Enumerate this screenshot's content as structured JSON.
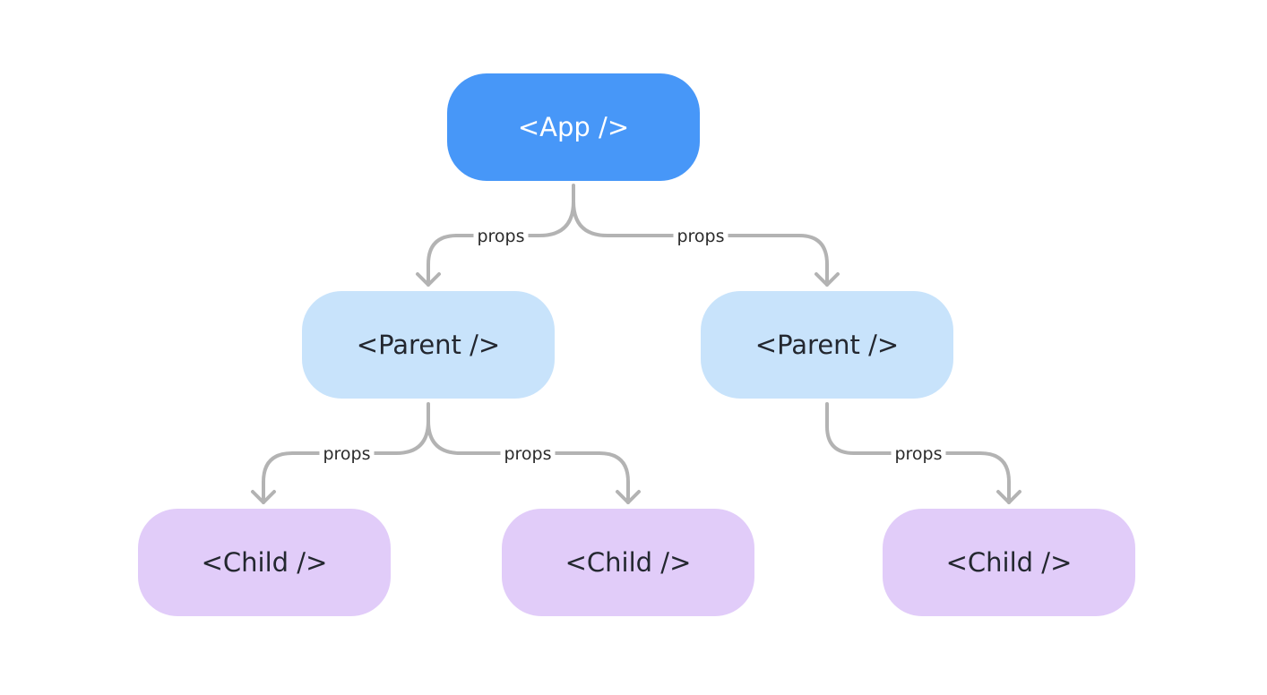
{
  "nodes": {
    "app": "<App />",
    "parent_left": "<Parent />",
    "parent_right": "<Parent />",
    "child_1": "<Child />",
    "child_2": "<Child />",
    "child_3": "<Child />"
  },
  "edges": {
    "app_to_parent_left": "props",
    "app_to_parent_right": "props",
    "parent_left_to_child_1": "props",
    "parent_left_to_child_2": "props",
    "parent_right_to_child_3": "props"
  },
  "colors": {
    "app": "#4797f8",
    "parent": "#c8e3fb",
    "child": "#e1ccf9",
    "connector": "#b3b3b3"
  }
}
